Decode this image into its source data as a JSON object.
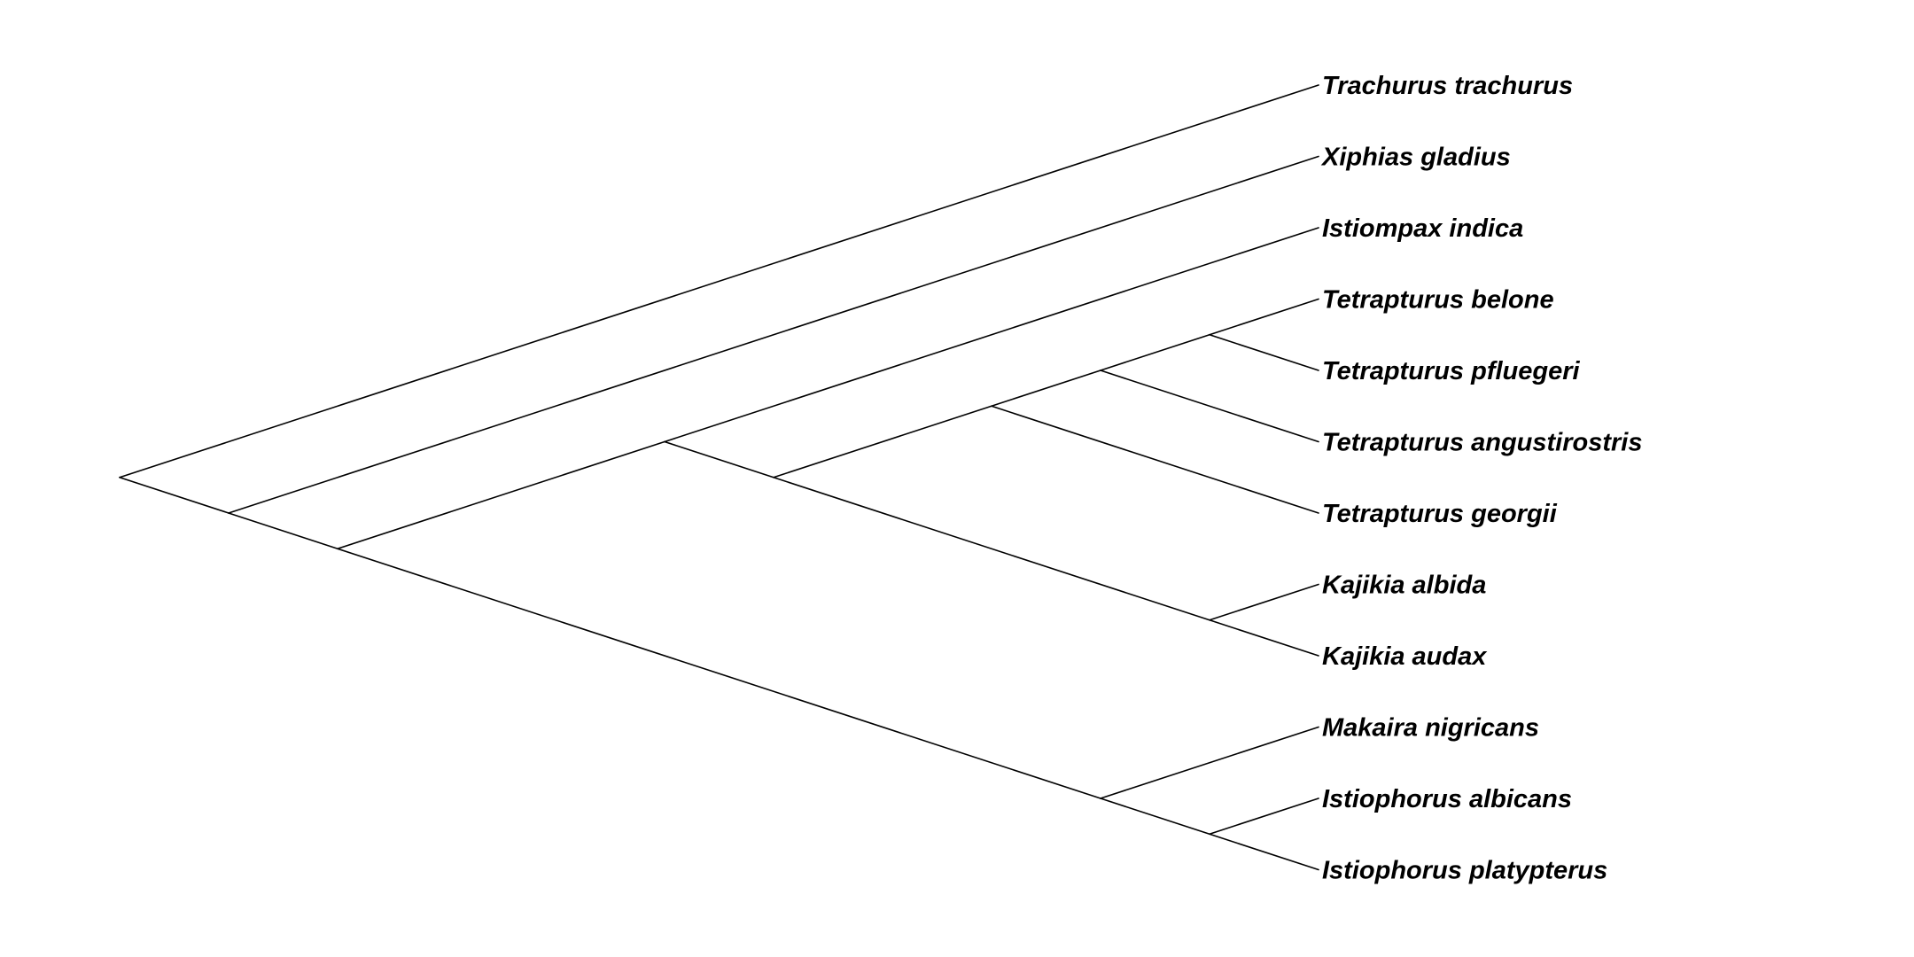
{
  "tree": {
    "style": "slanted cladogram",
    "line_color": "#000000",
    "background_color": "#ffffff",
    "tips": [
      {
        "id": "t1",
        "label": "Trachurus trachurus"
      },
      {
        "id": "t2",
        "label": "Xiphias gladius"
      },
      {
        "id": "t3",
        "label": "Istiompax indica"
      },
      {
        "id": "t4",
        "label": "Tetrapturus belone"
      },
      {
        "id": "t5",
        "label": "Tetrapturus pfluegeri"
      },
      {
        "id": "t6",
        "label": "Tetrapturus angustirostris"
      },
      {
        "id": "t7",
        "label": "Tetrapturus georgii"
      },
      {
        "id": "t8",
        "label": "Kajikia albida"
      },
      {
        "id": "t9",
        "label": "Kajikia audax"
      },
      {
        "id": "t10",
        "label": "Makaira nigricans"
      },
      {
        "id": "t11",
        "label": "Istiophorus albicans"
      },
      {
        "id": "t12",
        "label": "Istiophorus platypterus"
      }
    ],
    "newick": "(Trachurus_trachurus,(Xiphias_gladius,((Istiompax_indica,((((Tetrapturus_belone,Tetrapturus_pfluegeri),Tetrapturus_angustirostris),Tetrapturus_georgii),(Kajikia_albida,Kajikia_audax))),(Makaira_nigricans,(Istiophorus_albicans,Istiophorus_platypterus)))));"
  }
}
